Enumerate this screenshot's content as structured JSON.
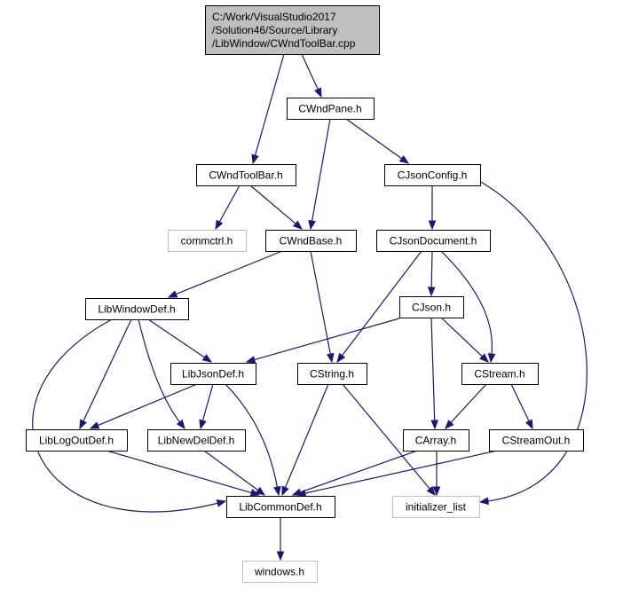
{
  "diagram": {
    "colors": {
      "root_fill": "#bfbfbf",
      "node_fill": "#ffffff",
      "node_stroke": "#000000",
      "external_stroke": "#bfbfbf",
      "external_text": "#000000",
      "edge": "#191970"
    },
    "nodes": [
      {
        "id": "root",
        "lines": [
          "C:/Work/VisualStudio2017",
          "/Solution46/Source/Library",
          "/LibWindow/CWndToolBar.cpp"
        ],
        "kind": "root"
      },
      {
        "id": "cwndpane",
        "lines": [
          "CWndPane.h"
        ],
        "kind": "normal"
      },
      {
        "id": "cwndtoolbar",
        "lines": [
          "CWndToolBar.h"
        ],
        "kind": "normal"
      },
      {
        "id": "cjsonconfig",
        "lines": [
          "CJsonConfig.h"
        ],
        "kind": "normal"
      },
      {
        "id": "commctrl",
        "lines": [
          "commctrl.h"
        ],
        "kind": "external"
      },
      {
        "id": "cwndbase",
        "lines": [
          "CWndBase.h"
        ],
        "kind": "normal"
      },
      {
        "id": "cjsondocument",
        "lines": [
          "CJsonDocument.h"
        ],
        "kind": "normal"
      },
      {
        "id": "libwindowdef",
        "lines": [
          "LibWindowDef.h"
        ],
        "kind": "normal"
      },
      {
        "id": "cjson",
        "lines": [
          "CJson.h"
        ],
        "kind": "normal"
      },
      {
        "id": "libjsondef",
        "lines": [
          "LibJsonDef.h"
        ],
        "kind": "normal"
      },
      {
        "id": "cstring",
        "lines": [
          "CString.h"
        ],
        "kind": "normal"
      },
      {
        "id": "cstream",
        "lines": [
          "CStream.h"
        ],
        "kind": "normal"
      },
      {
        "id": "liblogoutdef",
        "lines": [
          "LibLogOutDef.h"
        ],
        "kind": "normal"
      },
      {
        "id": "libnewdeldef",
        "lines": [
          "LibNewDelDef.h"
        ],
        "kind": "normal"
      },
      {
        "id": "carray",
        "lines": [
          "CArray.h"
        ],
        "kind": "normal"
      },
      {
        "id": "cstreamout",
        "lines": [
          "CStreamOut.h"
        ],
        "kind": "normal"
      },
      {
        "id": "libcommondef",
        "lines": [
          "LibCommonDef.h"
        ],
        "kind": "normal"
      },
      {
        "id": "initializer_list",
        "lines": [
          "initializer_list"
        ],
        "kind": "external"
      },
      {
        "id": "windows",
        "lines": [
          "windows.h"
        ],
        "kind": "external"
      }
    ],
    "edges": [
      {
        "from": "root",
        "to": "cwndpane"
      },
      {
        "from": "root",
        "to": "cwndtoolbar"
      },
      {
        "from": "cwndpane",
        "to": "cwndbase"
      },
      {
        "from": "cwndpane",
        "to": "cjsonconfig"
      },
      {
        "from": "cwndtoolbar",
        "to": "commctrl"
      },
      {
        "from": "cwndtoolbar",
        "to": "cwndbase"
      },
      {
        "from": "cjsonconfig",
        "to": "cjsondocument"
      },
      {
        "from": "cjsonconfig",
        "to": "initializer_list"
      },
      {
        "from": "cwndbase",
        "to": "libwindowdef"
      },
      {
        "from": "cwndbase",
        "to": "cstring"
      },
      {
        "from": "cjsondocument",
        "to": "cjson"
      },
      {
        "from": "cjsondocument",
        "to": "cstring"
      },
      {
        "from": "cjsondocument",
        "to": "cstream"
      },
      {
        "from": "libwindowdef",
        "to": "libjsondef"
      },
      {
        "from": "libwindowdef",
        "to": "liblogoutdef"
      },
      {
        "from": "libwindowdef",
        "to": "libnewdeldef"
      },
      {
        "from": "libwindowdef",
        "to": "libcommondef"
      },
      {
        "from": "cjson",
        "to": "libjsondef"
      },
      {
        "from": "cjson",
        "to": "cstream"
      },
      {
        "from": "cjson",
        "to": "carray"
      },
      {
        "from": "libjsondef",
        "to": "liblogoutdef"
      },
      {
        "from": "libjsondef",
        "to": "libnewdeldef"
      },
      {
        "from": "libjsondef",
        "to": "libcommondef"
      },
      {
        "from": "cstring",
        "to": "libcommondef"
      },
      {
        "from": "cstring",
        "to": "initializer_list"
      },
      {
        "from": "cstream",
        "to": "carray"
      },
      {
        "from": "cstream",
        "to": "cstreamout"
      },
      {
        "from": "liblogoutdef",
        "to": "libcommondef"
      },
      {
        "from": "libnewdeldef",
        "to": "libcommondef"
      },
      {
        "from": "carray",
        "to": "libcommondef"
      },
      {
        "from": "carray",
        "to": "initializer_list"
      },
      {
        "from": "cstreamout",
        "to": "libcommondef"
      },
      {
        "from": "libcommondef",
        "to": "windows"
      }
    ]
  }
}
